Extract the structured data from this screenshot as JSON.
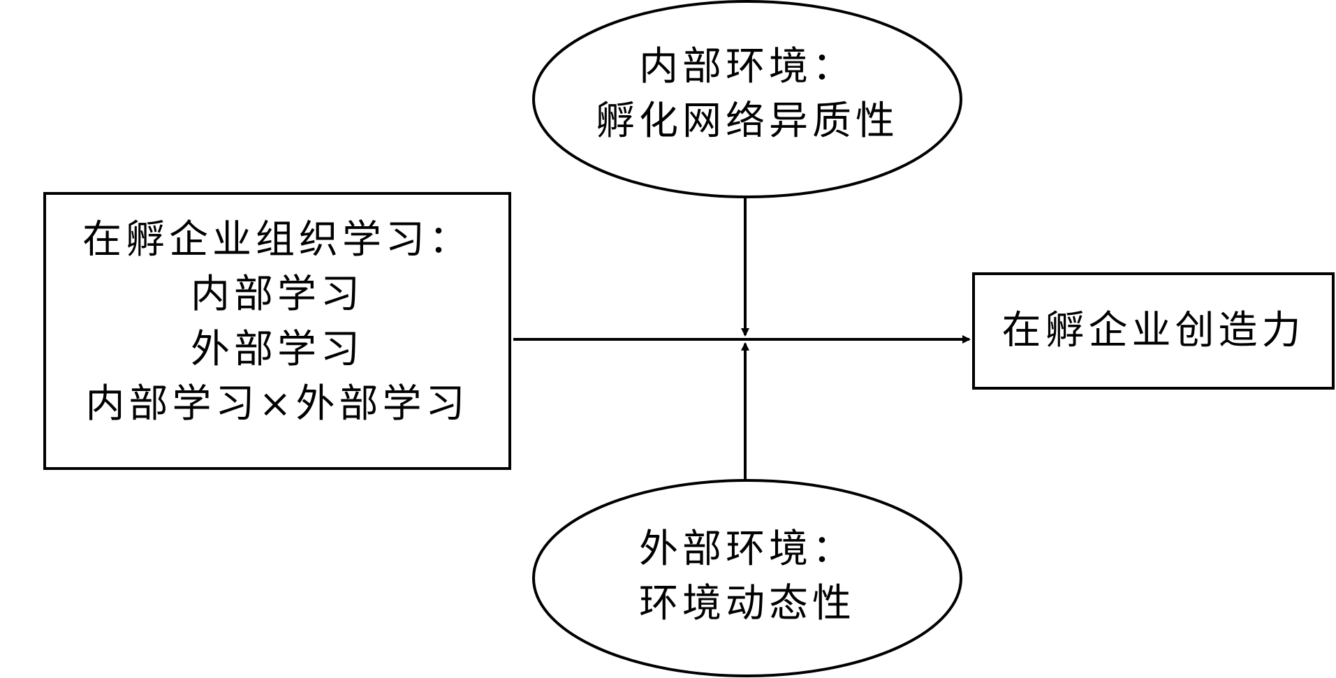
{
  "diagram": {
    "left_box": {
      "title": "在孵企业组织学习：",
      "lines": [
        "内部学习",
        "外部学习",
        "内部学习×外部学习"
      ]
    },
    "right_box": {
      "label": "在孵企业创造力"
    },
    "top_ellipse": {
      "line1": "内部环境：",
      "line2": "孵化网络异质性"
    },
    "bottom_ellipse": {
      "line1": "外部环境：",
      "line2": "环境动态性"
    }
  }
}
